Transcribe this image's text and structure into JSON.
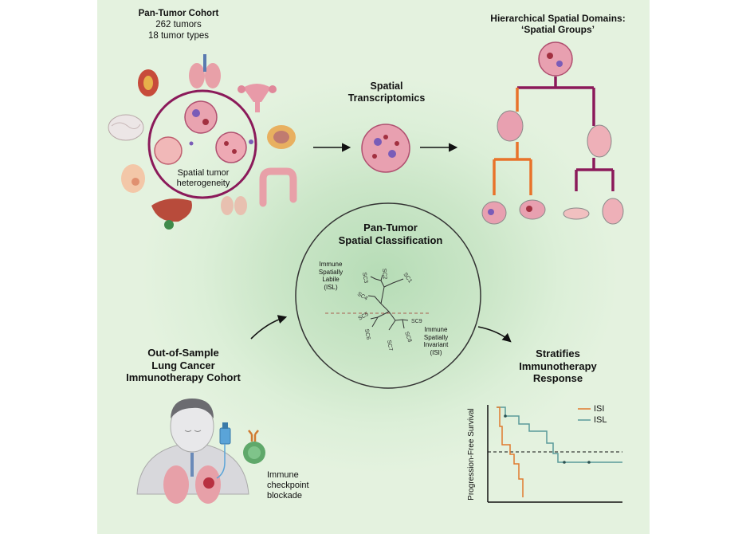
{
  "cohort": {
    "title": "Pan-Tumor Cohort",
    "line1": "262 tumors",
    "line2": "18 tumor types"
  },
  "heterogeneity": {
    "line1": "Spatial tumor",
    "line2": "heterogeneity"
  },
  "st": {
    "line1": "Spatial",
    "line2": "Transcriptomics"
  },
  "hier": {
    "line1": "Hierarchical Spatial Domains:",
    "line2": "‘Spatial Groups’"
  },
  "classification": {
    "line1": "Pan-Tumor",
    "line2": "Spatial Classification"
  },
  "isl": {
    "line1": "Immune",
    "line2": "Spatially",
    "line3": "Labile",
    "line4": "(ISL)"
  },
  "isi": {
    "line1": "Immune",
    "line2": "Spatially",
    "line3": "Invariant",
    "line4": "(ISI)"
  },
  "clusters": [
    "SC1",
    "SC2",
    "SC3",
    "SC4",
    "SC5",
    "SC6",
    "SC7",
    "SC8",
    "SC9"
  ],
  "validation": {
    "line1": "Out-of-Sample",
    "line2": "Lung Cancer",
    "line3": "Immunotherapy Cohort"
  },
  "treatment": {
    "line1": "Immune",
    "line2": "checkpoint",
    "line3": "blockade"
  },
  "response": {
    "line1": "Stratifies",
    "line2": "Immunotherapy",
    "line3": "Response"
  },
  "km": {
    "ylabel": "Progression-Free Survival",
    "legend": [
      {
        "name": "ISI",
        "color": "#e07b2e"
      },
      {
        "name": "ISL",
        "color": "#5a9a9a"
      }
    ]
  },
  "colors": {
    "accent": "#8b1a5a",
    "orange": "#e8732a",
    "tissue": "#e9a3b0",
    "cell": "#7a5cb8"
  }
}
